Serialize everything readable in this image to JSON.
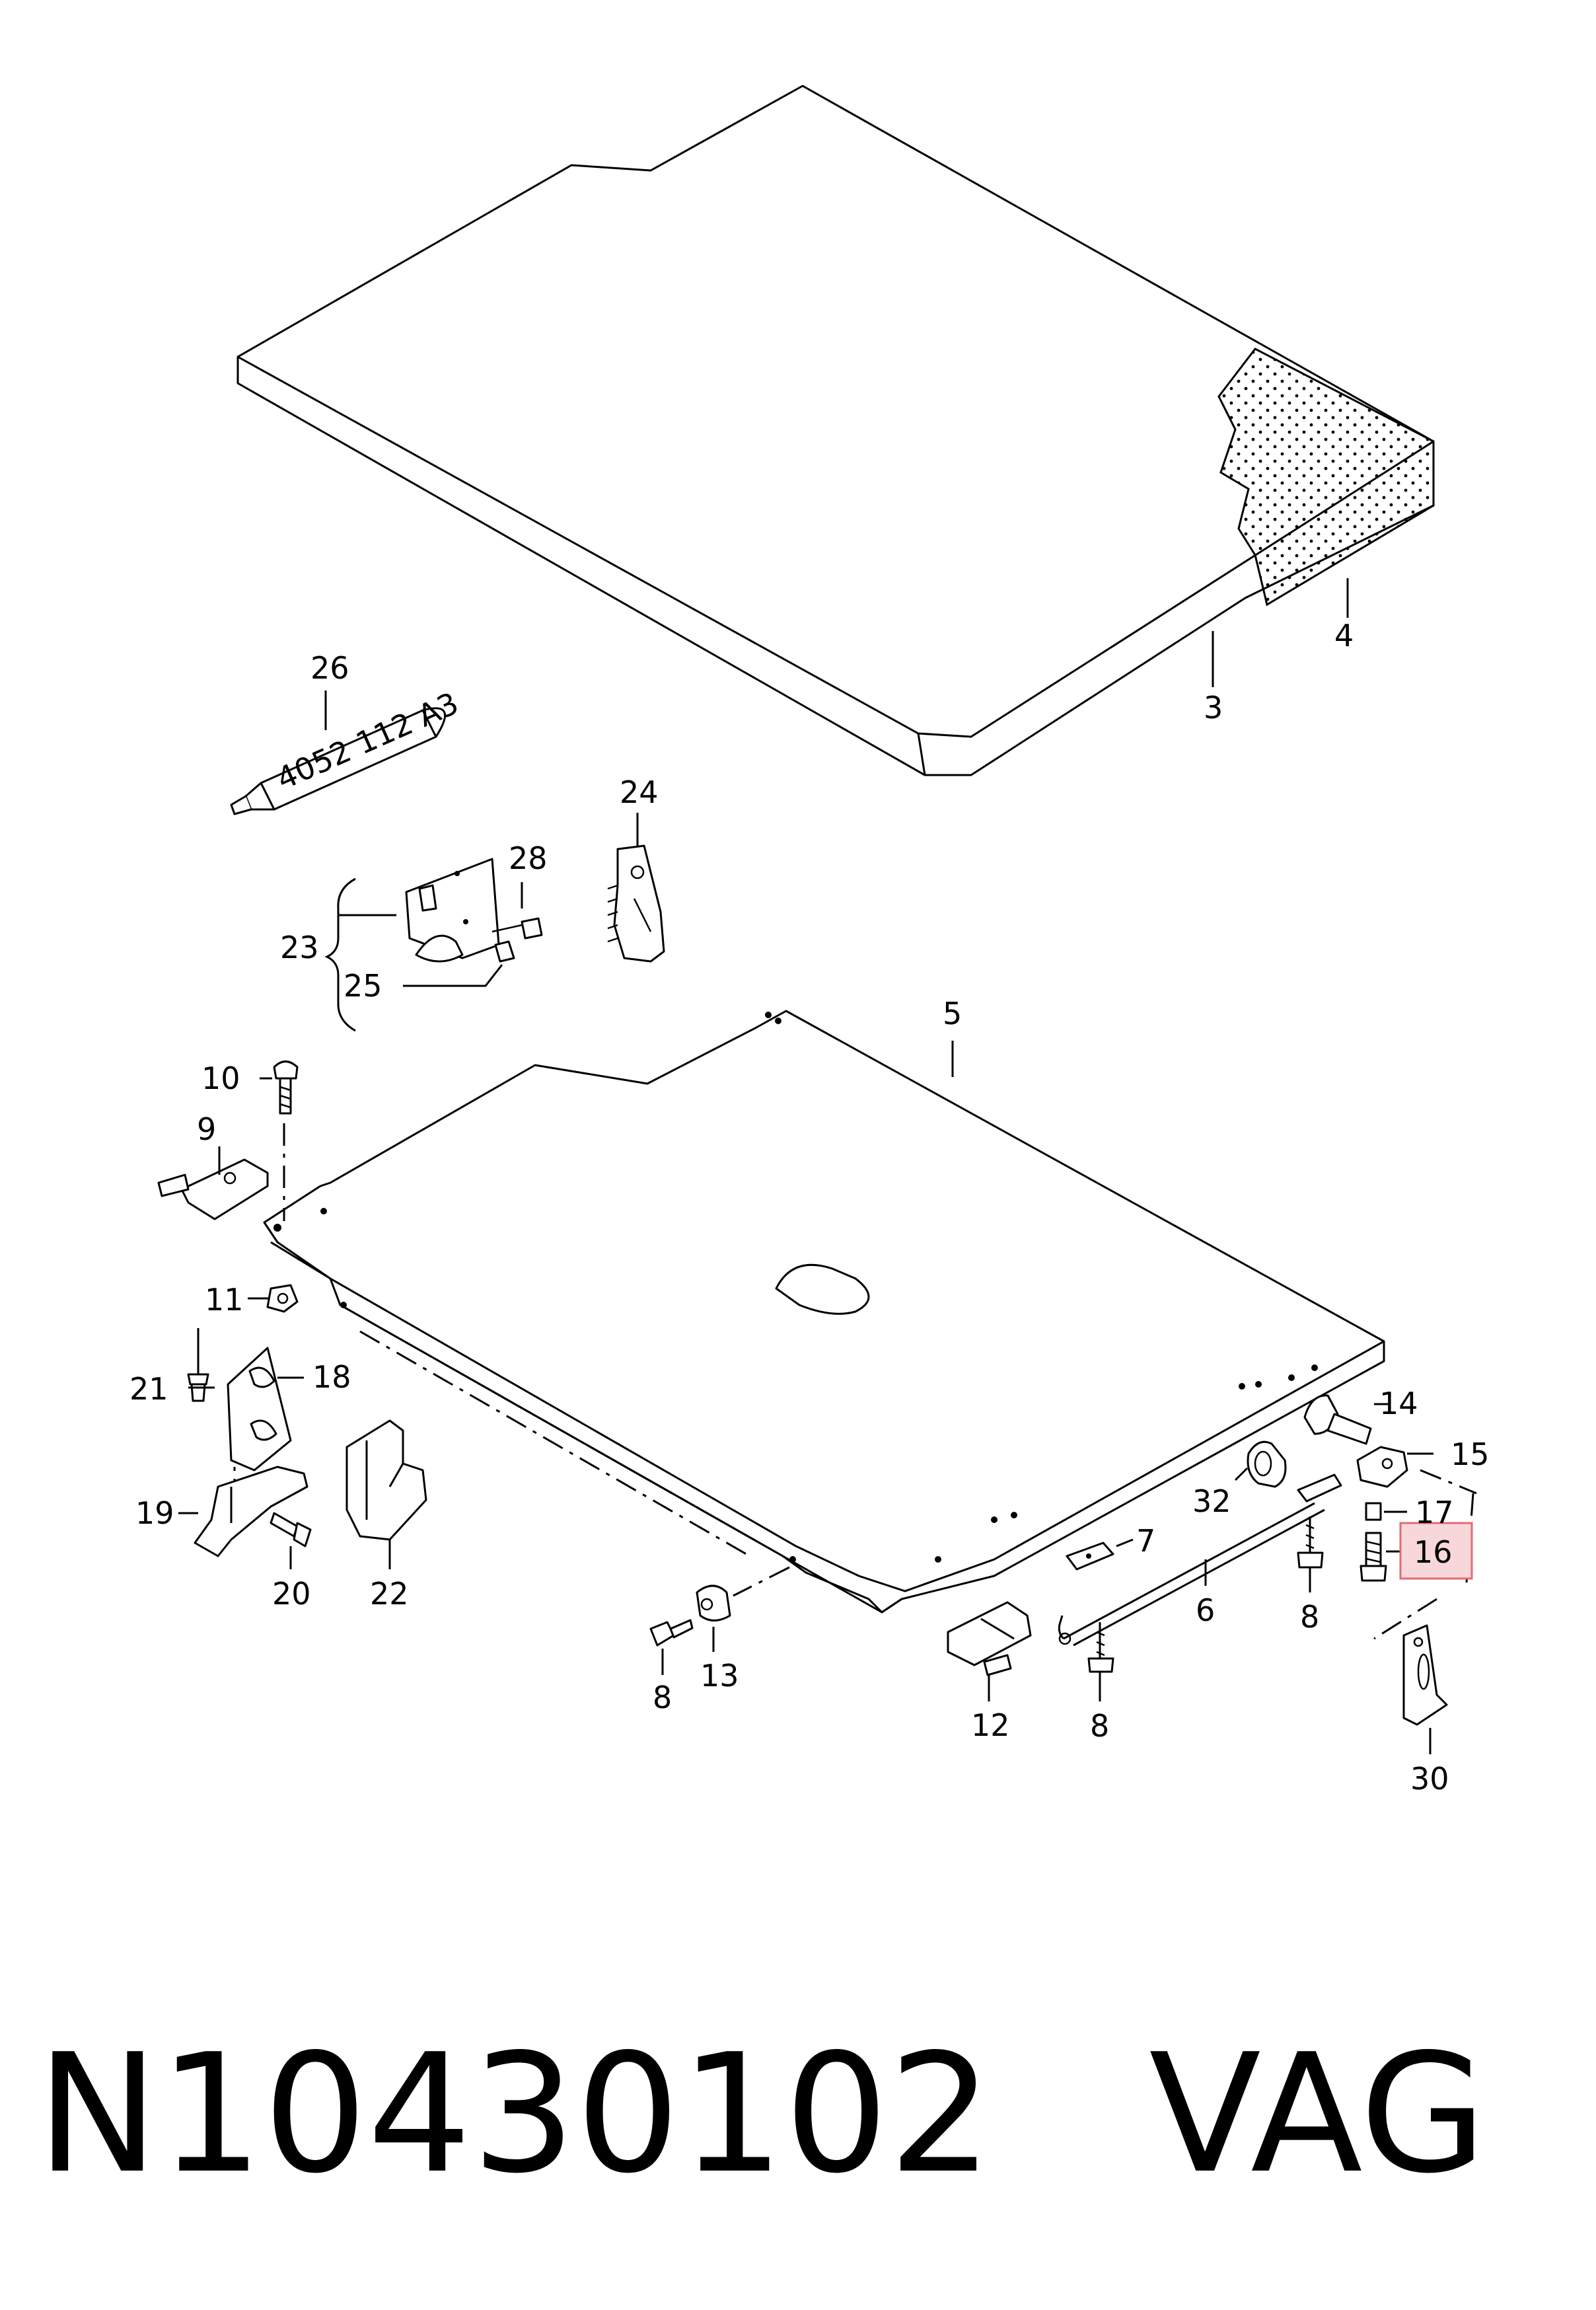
{
  "highlight_color": "#f8d7da",
  "highlight_border": "#e06c75",
  "tube_text": "4052 112 A3",
  "callouts": {
    "c3": "3",
    "c4": "4",
    "c5": "5",
    "c6": "6",
    "c7": "7",
    "c8a": "8",
    "c8b": "8",
    "c8c": "8",
    "c9": "9",
    "c10": "10",
    "c11": "11",
    "c12": "12",
    "c13": "13",
    "c14": "14",
    "c15": "15",
    "c16": "16",
    "c17": "17",
    "c18": "18",
    "c19": "19",
    "c20": "20",
    "c21": "21",
    "c22": "22",
    "c23": "23",
    "c24": "24",
    "c25": "25",
    "c26": "26",
    "c28": "28",
    "c30": "30",
    "c32": "32"
  },
  "caption": {
    "part_number": "N10430102",
    "brand": "VAG"
  }
}
